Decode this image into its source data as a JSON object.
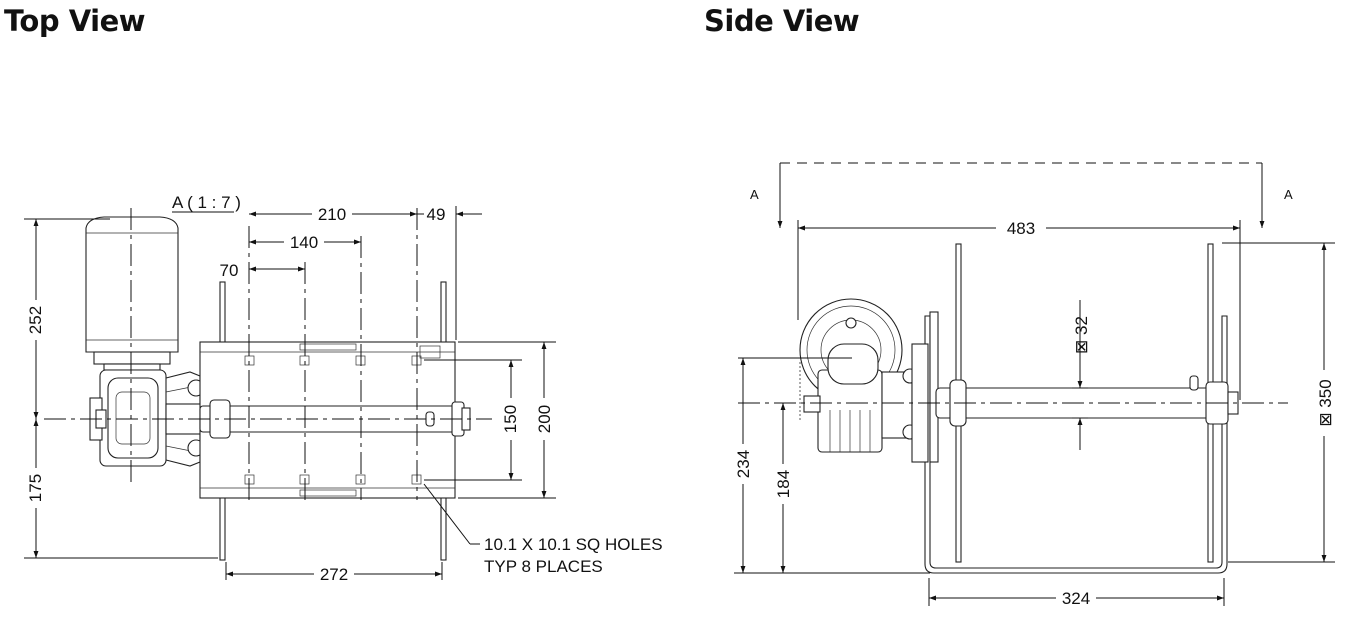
{
  "titles": {
    "top_view": "Top View",
    "side_view": "Side View"
  },
  "top_view": {
    "detail_label": "A ( 1 : 7 )",
    "dims": {
      "d210": "210",
      "d49": "49",
      "d140": "140",
      "d70": "70",
      "d252": "252",
      "d175": "175",
      "d150": "150",
      "d200": "200",
      "d272": "272"
    },
    "note": {
      "line1": "10.1 X 10.1 SQ HOLES",
      "line2": "TYP 8 PLACES"
    }
  },
  "side_view": {
    "section_left": "A",
    "section_right": "A",
    "dims": {
      "d483": "483",
      "d32": "⊠ 32",
      "d350": "⊠ 350",
      "d234": "234",
      "d184": "184",
      "d324": "324"
    }
  }
}
